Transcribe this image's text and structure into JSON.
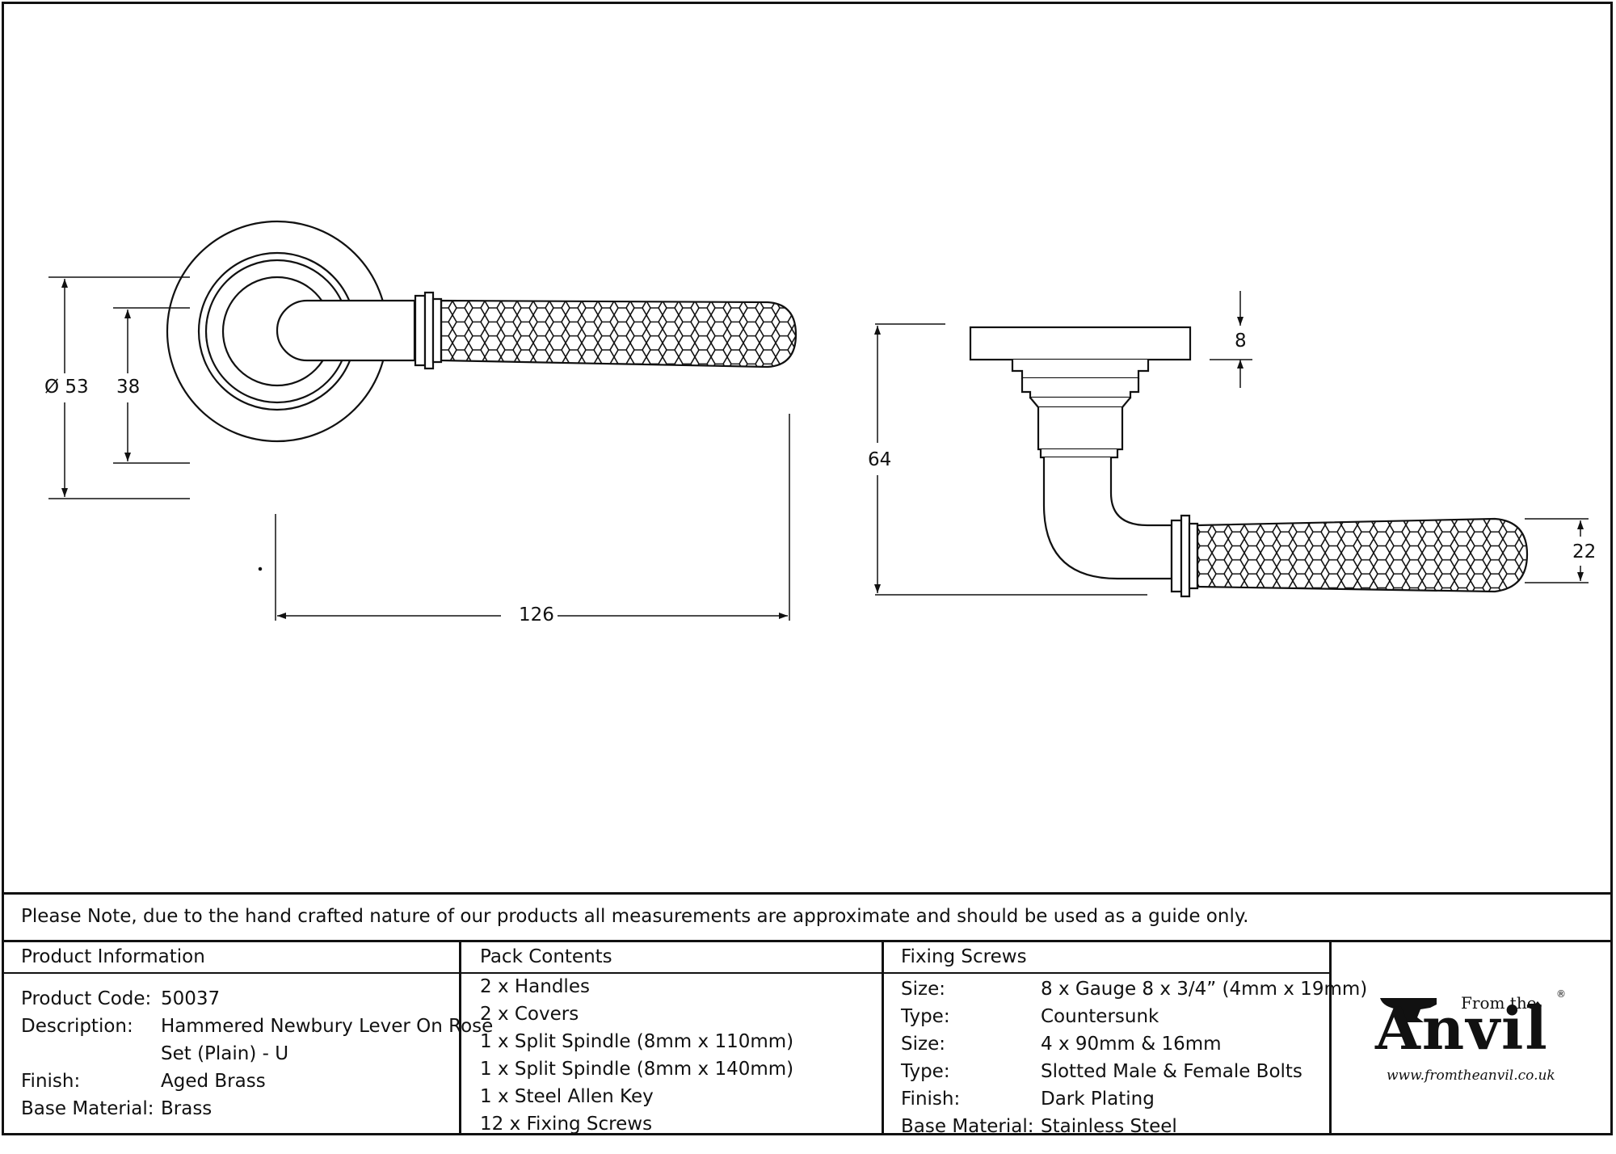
{
  "dimensions": {
    "front_rose_diameter": "Ø 53",
    "front_inner_diameter": "38",
    "front_length": "126",
    "side_rose_depth": "8",
    "side_height": "64",
    "side_grip_height": "22"
  },
  "note": "Please Note, due to the hand crafted nature of our products all measurements are approximate and should be used as a guide only.",
  "product_information": {
    "header": "Product Information",
    "rows": [
      {
        "label": "Product Code:",
        "value": "50037"
      },
      {
        "label": "Description:",
        "value": "Hammered Newbury Lever On Rose"
      },
      {
        "label": "",
        "value": "Set (Plain) - U"
      },
      {
        "label": "Finish:",
        "value": "Aged Brass"
      },
      {
        "label": "Base Material:",
        "value": "Brass"
      }
    ]
  },
  "pack_contents": {
    "header": "Pack Contents",
    "items": [
      "2 x Handles",
      "2 x Covers",
      "1 x Split Spindle (8mm x 110mm)",
      "1 x Split Spindle (8mm x 140mm)",
      "1 x Steel Allen Key",
      "12 x Fixing Screws"
    ]
  },
  "fixing_screws": {
    "header": "Fixing Screws",
    "rows": [
      {
        "label": "Size:",
        "value": "8 x Gauge 8 x 3/4” (4mm x 19mm)"
      },
      {
        "label": "Type:",
        "value": "Countersunk"
      },
      {
        "label": "Size:",
        "value": "4 x 90mm & 16mm"
      },
      {
        "label": "Type:",
        "value": "Slotted Male & Female Bolts"
      },
      {
        "label": "Finish:",
        "value": "Dark Plating"
      },
      {
        "label": "Base Material:",
        "value": "Stainless Steel"
      }
    ]
  },
  "logo": {
    "from_the": "From the",
    "brand": "Anvil",
    "registered": "®",
    "url": "www.fromtheanvil.co.uk"
  }
}
